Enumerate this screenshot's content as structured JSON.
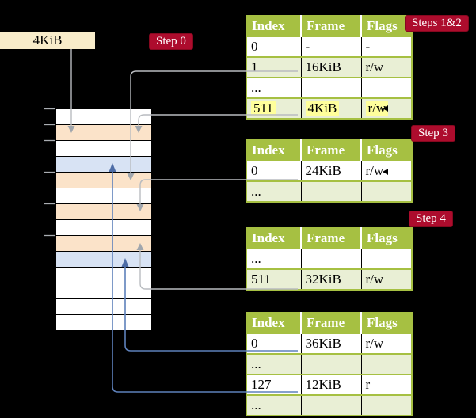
{
  "colors": {
    "table_header_green": "#a6c042",
    "row_green": "#e9efd5",
    "peach": "#fbe3c9",
    "blue_row": "#d8e3f4",
    "cream": "#f8ecca",
    "badge_red": "#ad0c2d",
    "highlight_yellow": "#ffff9c",
    "arrow_gray": "#b9bcc0",
    "arrow_blue": "#5e81bb"
  },
  "labels": {
    "page_size_box": "4KiB",
    "step0": "Step 0",
    "steps12": "Steps 1&2",
    "step3": "Step 3",
    "step4": "Step 4"
  },
  "memory": {
    "rows": [
      "white",
      "peach",
      "white",
      "blue",
      "peach",
      "white",
      "peach",
      "white",
      "peach",
      "blue",
      "white",
      "white",
      "white",
      "white"
    ],
    "tick_boundaries": [
      0,
      1,
      2,
      4,
      6,
      8
    ]
  },
  "tables": [
    {
      "id": "level-1",
      "headers": [
        "Index",
        "Frame",
        "Flags"
      ],
      "rows": [
        {
          "cells": [
            "0",
            "-",
            "-"
          ],
          "shaded": false,
          "highlight": false
        },
        {
          "cells": [
            "1",
            "16KiB",
            "r/w"
          ],
          "shaded": true,
          "highlight": false
        },
        {
          "cells": [
            "...",
            "",
            ""
          ],
          "shaded": false,
          "highlight": false
        },
        {
          "cells": [
            "511",
            "4KiB",
            "r/w"
          ],
          "shaded": true,
          "highlight": true
        }
      ]
    },
    {
      "id": "level-2",
      "headers": [
        "Index",
        "Frame",
        "Flags"
      ],
      "rows": [
        {
          "cells": [
            "0",
            "24KiB",
            "r/w"
          ],
          "shaded": false,
          "highlight": false
        },
        {
          "cells": [
            "...",
            "",
            ""
          ],
          "shaded": true,
          "highlight": false
        }
      ]
    },
    {
      "id": "level-3",
      "headers": [
        "Index",
        "Frame",
        "Flags"
      ],
      "rows": [
        {
          "cells": [
            "...",
            "",
            ""
          ],
          "shaded": false,
          "highlight": false
        },
        {
          "cells": [
            "511",
            "32KiB",
            "r/w"
          ],
          "shaded": true,
          "highlight": false
        }
      ]
    },
    {
      "id": "level-4",
      "headers": [
        "Index",
        "Frame",
        "Flags"
      ],
      "rows": [
        {
          "cells": [
            "0",
            "36KiB",
            "r/w"
          ],
          "shaded": false,
          "highlight": false
        },
        {
          "cells": [
            "...",
            "",
            ""
          ],
          "shaded": true,
          "highlight": false
        },
        {
          "cells": [
            "127",
            "12KiB",
            "r"
          ],
          "shaded": false,
          "highlight": false
        },
        {
          "cells": [
            "...",
            "",
            ""
          ],
          "shaded": true,
          "highlight": false
        }
      ]
    }
  ],
  "arrows": [
    {
      "from": "4KiB-root-box",
      "to": "memory-frame-4KiB",
      "color": "gray"
    },
    {
      "from": "level-1.index-1",
      "to": "memory-frame-16KiB",
      "color": "gray"
    },
    {
      "from": "level-1.index-511",
      "to": "memory-frame-4KiB",
      "color": "gray"
    },
    {
      "from": "level-2.index-0",
      "to": "memory-frame-24KiB",
      "color": "gray"
    },
    {
      "from": "level-3.index-511",
      "to": "memory-frame-32KiB",
      "color": "gray"
    },
    {
      "from": "level-4.index-0",
      "to": "memory-frame-36KiB",
      "color": "blue"
    },
    {
      "from": "level-4.index-127",
      "to": "memory-frame-12KiB",
      "color": "blue"
    }
  ]
}
